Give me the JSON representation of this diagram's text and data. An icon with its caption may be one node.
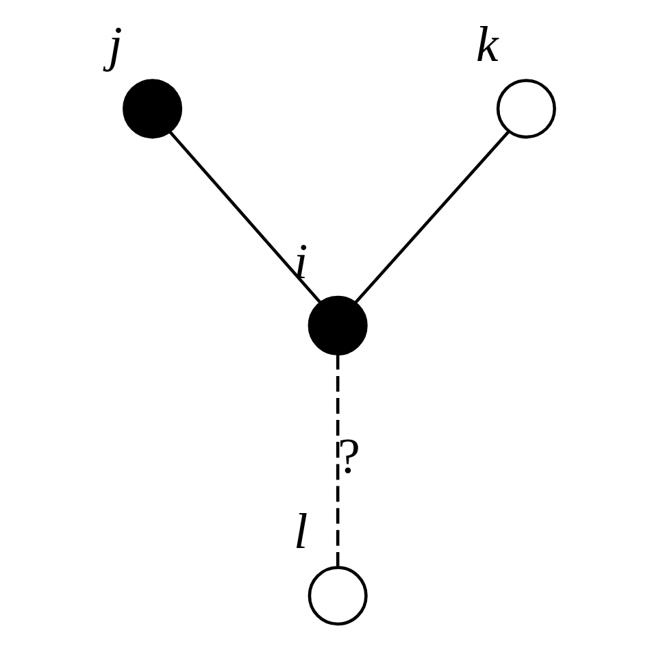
{
  "diagram": {
    "nodes": [
      {
        "text": [],
        "shape": "circle",
        "beside": [
          "j"
        ]
      },
      {
        "text": [],
        "shape": "circle",
        "beside": [
          "k"
        ]
      },
      {
        "text": [],
        "shape": "circle",
        "beside": [
          "i"
        ]
      },
      {
        "text": [],
        "shape": "circle",
        "beside": [
          "l"
        ]
      }
    ],
    "edges": [
      {
        "from": 0,
        "to": 2,
        "arrow": "none"
      },
      {
        "from": 1,
        "to": 2,
        "arrow": "none"
      },
      {
        "from": 2,
        "to": 3,
        "arrow": "none",
        "label": "?",
        "style": "dashed"
      }
    ]
  }
}
